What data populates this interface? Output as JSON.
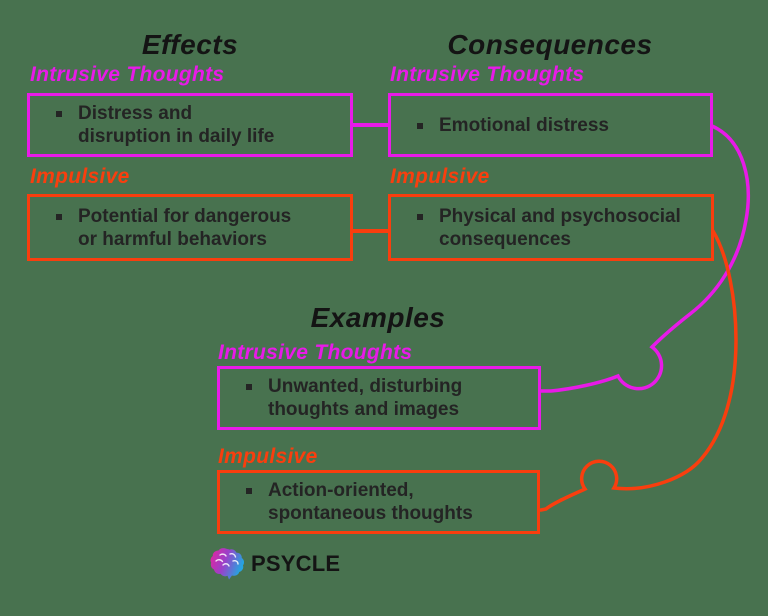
{
  "colors": {
    "background": "#48724F",
    "magenta": "#E81AE8",
    "orange": "#F93E0E",
    "text": "#242424"
  },
  "headings": {
    "effects": "Effects",
    "consequences": "Consequences",
    "examples": "Examples"
  },
  "labels": {
    "intrusive": "Intrusive Thoughts",
    "impulsive": "Impulsive"
  },
  "boxes": {
    "effects_intrusive": {
      "lines": [
        "Distress and",
        "disruption in daily life"
      ]
    },
    "effects_impulsive": {
      "lines": [
        "Potential for dangerous",
        "or harmful behaviors"
      ]
    },
    "consequences_intrusive": {
      "lines": [
        "Emotional distress"
      ]
    },
    "consequences_impulsive": {
      "lines": [
        "Physical and psychosocial",
        "consequences"
      ]
    },
    "examples_intrusive": {
      "lines": [
        "Unwanted, disturbing",
        "thoughts and images"
      ]
    },
    "examples_impulsive": {
      "lines": [
        "Action-oriented,",
        "spontaneous thoughts"
      ]
    }
  },
  "logo": {
    "text": "PSYCLE",
    "icon": "brain-icon"
  }
}
